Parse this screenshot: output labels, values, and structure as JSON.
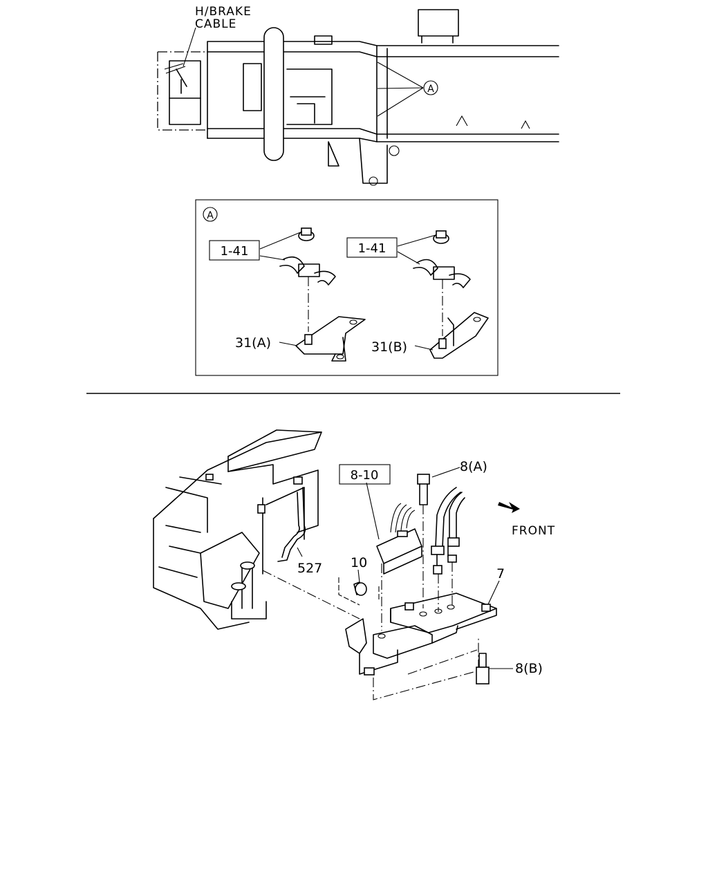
{
  "labels": {
    "hbrake_line1": "H/BRAKE",
    "hbrake_line2": "CABLE",
    "detail_callout": "A",
    "detail_title": "A",
    "ref_left": "1-41",
    "ref_right": "1-41",
    "part_31a": "31(A)",
    "part_31b": "31(B)",
    "ref_8_10": "8-10",
    "part_8a": "8(A)",
    "part_10": "10",
    "part_527": "527",
    "part_7": "7",
    "part_8b": "8(B)",
    "front": "FRONT"
  }
}
